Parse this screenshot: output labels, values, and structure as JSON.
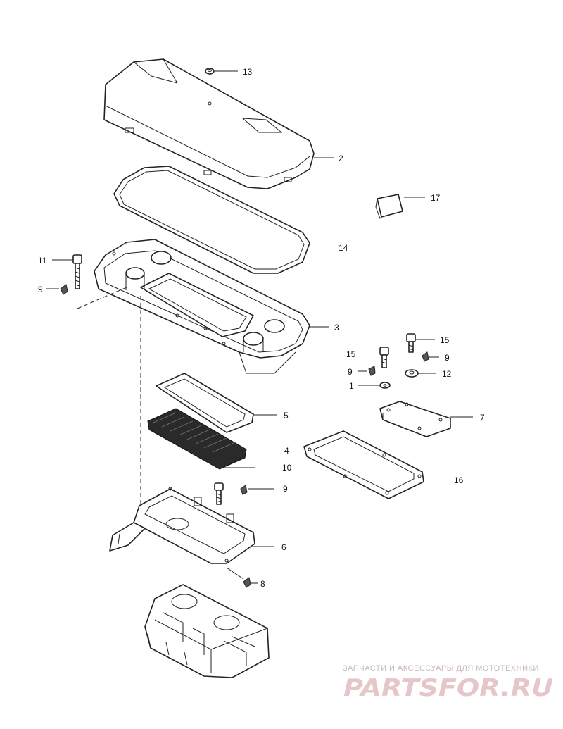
{
  "callouts": {
    "c13": "13",
    "c2": "2",
    "c17": "17",
    "c14": "14",
    "c11": "11",
    "c9a": "9",
    "c3": "3",
    "c15a": "15",
    "c15b": "15",
    "c9b": "9",
    "c9c": "9",
    "c12": "12",
    "c1": "1",
    "c5": "5",
    "c7": "7",
    "c4": "4",
    "c10": "10",
    "c16": "16",
    "c9d": "9",
    "c6": "6",
    "c8": "8"
  },
  "watermark": {
    "tagline": "ЗАПЧАСТИ И АКСЕССУАРЫ ДЛЯ МОТОТЕХНИКИ",
    "logo": "PARTSFOR.RU"
  },
  "colors": {
    "line": "#222222",
    "watermark_text": "#c9b9bb",
    "watermark_logo": "#e7c6c9"
  }
}
